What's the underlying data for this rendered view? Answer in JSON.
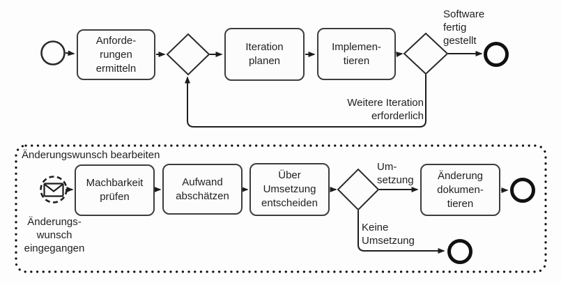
{
  "diagram": {
    "stroke_color": "#2a2a2a",
    "box_border_color": "#3d3d3d",
    "background": "#fdfdfd",
    "top_process": {
      "tasks": [
        {
          "label": "Anforde-\nrungen\nermitteln"
        },
        {
          "label": "Iteration\nplanen"
        },
        {
          "label": "Implemen-\ntieren"
        }
      ],
      "end_event_label": "Software\nfertig\ngestellt",
      "loop_label": "Weitere Iteration\nerforderlich"
    },
    "subprocess": {
      "title": "Änderungswunsch bearbeiten",
      "start_event_label": "Änderungs-\nwunsch\neingegangen",
      "tasks": [
        {
          "label": "Machbarkeit\nprüfen"
        },
        {
          "label": "Aufwand\nabschätzen"
        },
        {
          "label": "Über\nUmsetzung\nentscheiden"
        },
        {
          "label": "Änderung\ndokumen-\ntieren"
        }
      ],
      "gateway_yes_label": "Um-\nsetzung",
      "gateway_no_label": "Keine\nUmsetzung"
    }
  }
}
